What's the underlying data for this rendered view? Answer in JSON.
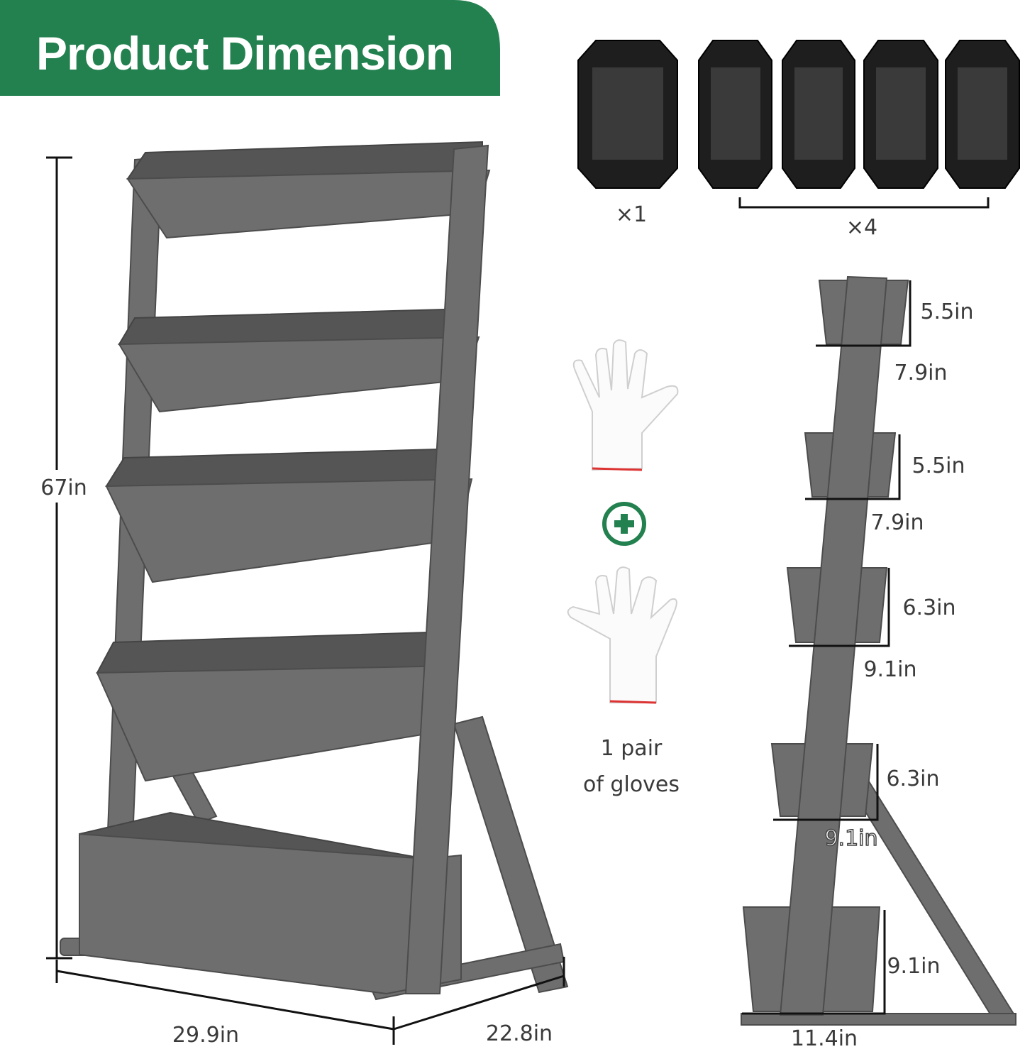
{
  "header": {
    "title": "Product Dimension",
    "background_color": "#23804f"
  },
  "front_view": {
    "height_label": "67in",
    "width_label": "29.9in",
    "depth_label": "22.8in",
    "wood_color": "#6e6e6e"
  },
  "grow_bags": {
    "single_count_label": "×1",
    "group_count_label": "×4"
  },
  "gloves": {
    "plus_icon_color": "#23804f",
    "caption_line1": "1 pair",
    "caption_line2": "of gloves"
  },
  "side_view": {
    "tiers": [
      {
        "height": "5.5in",
        "depth": "7.9in"
      },
      {
        "height": "5.5in",
        "depth": "7.9in"
      },
      {
        "height": "6.3in",
        "depth": "9.1in"
      },
      {
        "height": "6.3in",
        "depth": "9.1in"
      },
      {
        "height": "9.1in",
        "depth": "11.4in"
      }
    ]
  }
}
